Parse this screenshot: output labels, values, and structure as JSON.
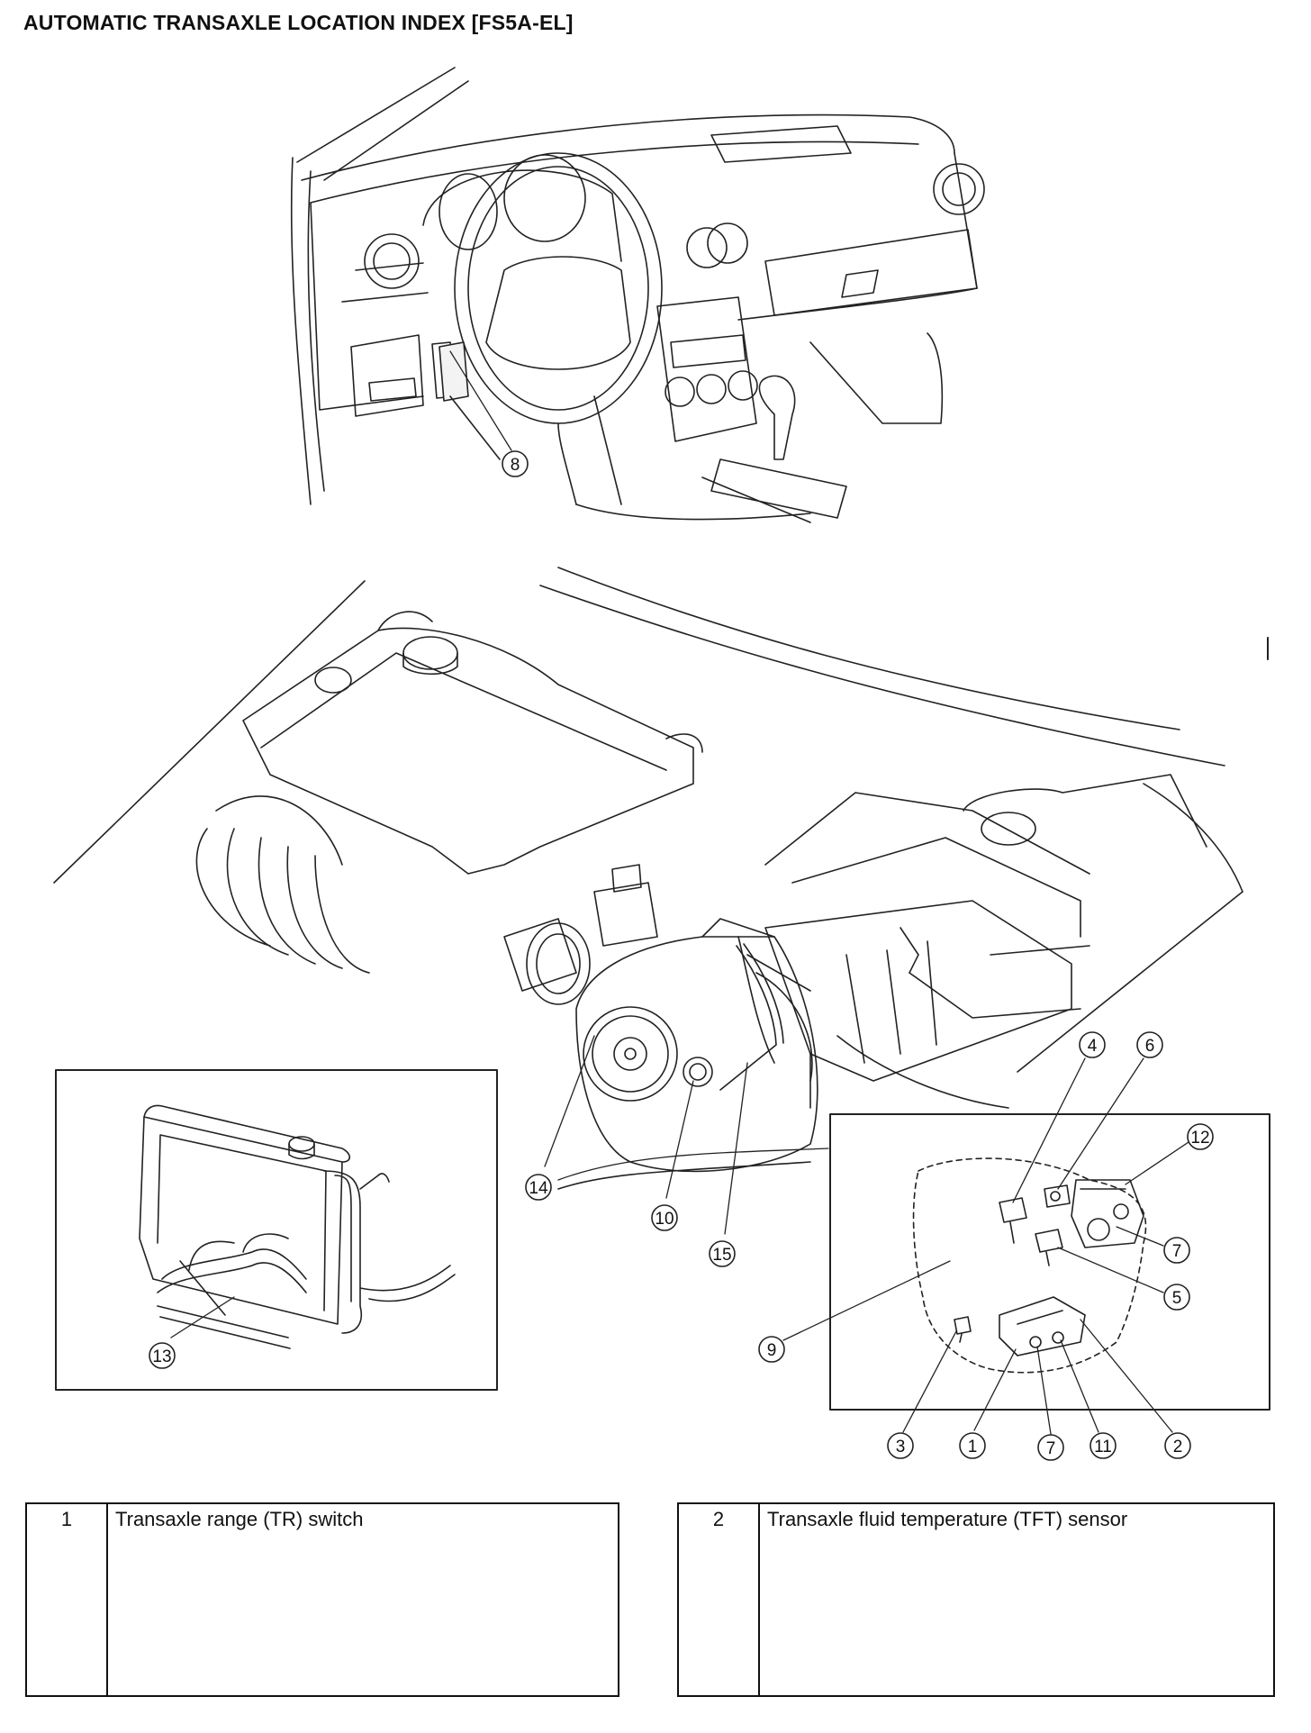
{
  "title": "AUTOMATIC TRANSAXLE LOCATION INDEX [FS5A-EL]",
  "callouts": {
    "c1": "1",
    "c2": "2",
    "c3": "3",
    "c4": "4",
    "c5": "5",
    "c6": "6",
    "c7a": "7",
    "c7b": "7",
    "c8": "8",
    "c9": "9",
    "c10": "10",
    "c11": "11",
    "c12": "12",
    "c13": "13",
    "c14": "14",
    "c15": "15"
  },
  "legend": [
    {
      "number": "1",
      "description": "Transaxle range (TR) switch"
    },
    {
      "number": "2",
      "description": "Transaxle fluid temperature (TFT) sensor"
    }
  ]
}
